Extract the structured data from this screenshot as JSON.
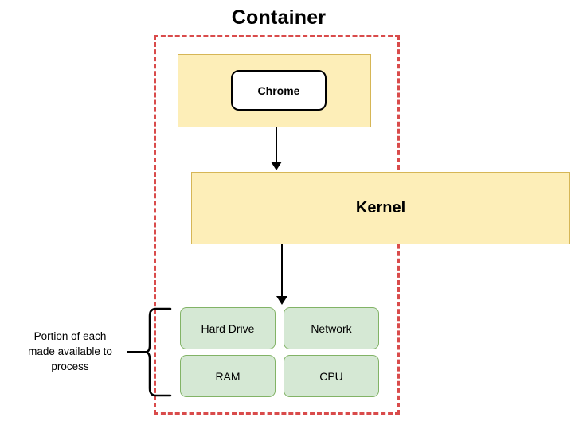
{
  "diagram": {
    "title": "Container",
    "app_box": {
      "label": "Chrome"
    },
    "kernel": {
      "label": "Kernel"
    },
    "resources": [
      {
        "label": "Hard Drive"
      },
      {
        "label": "Network"
      },
      {
        "label": "RAM"
      },
      {
        "label": "CPU"
      }
    ],
    "annotation": {
      "line1": "Portion of each",
      "line2": "made available to",
      "line3": "process"
    },
    "colors": {
      "container_border": "#d94b4b",
      "yellow_fill": "#fdeeb8",
      "yellow_border": "#d6b656",
      "green_fill": "#d5e8d4",
      "green_border": "#82b366",
      "arrow": "#000000",
      "text": "#000000",
      "background": "#ffffff"
    }
  }
}
